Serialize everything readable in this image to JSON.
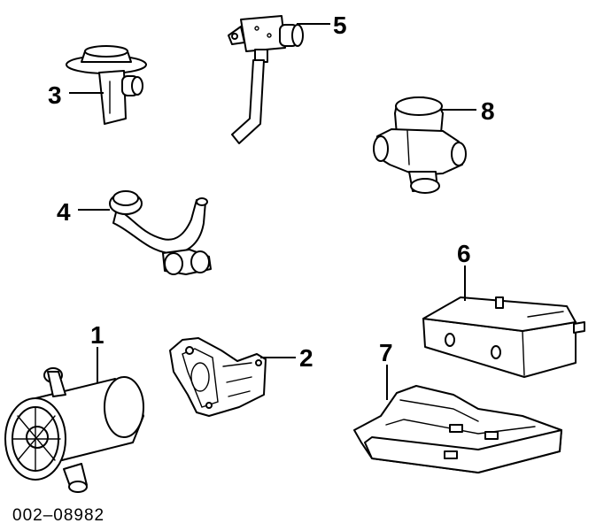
{
  "callouts": {
    "c1": "1",
    "c2": "2",
    "c3": "3",
    "c4": "4",
    "c5": "5",
    "c6": "6",
    "c7": "7",
    "c8": "8"
  },
  "document_id": "002–08982"
}
